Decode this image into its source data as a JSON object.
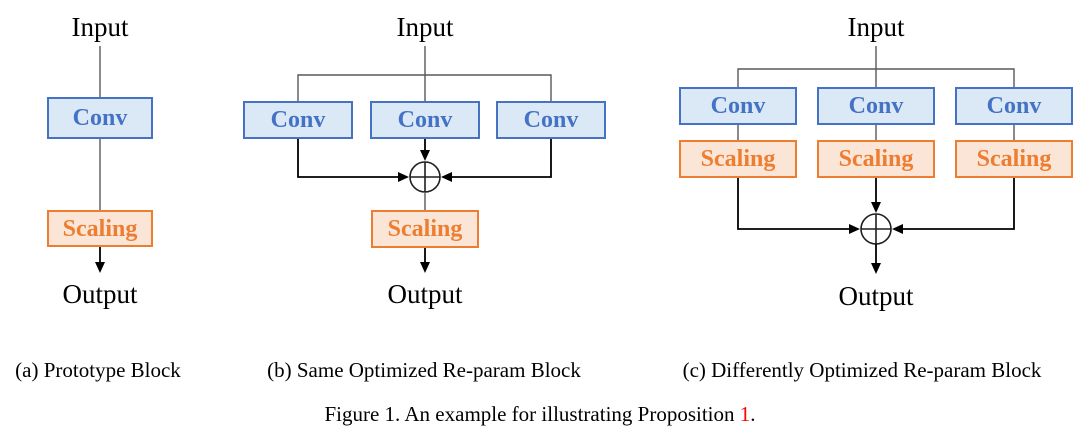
{
  "figure": {
    "panels": [
      {
        "input_label": "Input",
        "conv_label": "Conv",
        "scaling_label": "Scaling",
        "output_label": "Output",
        "caption": "(a) Prototype Block"
      },
      {
        "input_label": "Input",
        "conv_labels": [
          "Conv",
          "Conv",
          "Conv"
        ],
        "scaling_label": "Scaling",
        "output_label": "Output",
        "add_icon": "circled-plus-add-operator",
        "caption": "(b) Same Optimized Re-param Block"
      },
      {
        "input_label": "Input",
        "conv_labels": [
          "Conv",
          "Conv",
          "Conv"
        ],
        "scaling_labels": [
          "Scaling",
          "Scaling",
          "Scaling"
        ],
        "output_label": "Output",
        "add_icon": "circled-plus-add-operator",
        "caption": "(c) Differently Optimized Re-param Block"
      }
    ],
    "caption": {
      "before_ref": "Figure 1. An example for illustrating Proposition ",
      "ref": "1",
      "after_ref": "."
    },
    "colors": {
      "conv_fill": "#dbe8f6",
      "conv_border": "#4472c4",
      "conv_text": "#4472c4",
      "scaling_fill": "#fbe5d6",
      "scaling_border": "#ed7d31",
      "scaling_text": "#ed7d31",
      "connector_gray": "#595959",
      "connector_black": "#000000",
      "reference_red": "#ff0000",
      "background": "#ffffff",
      "text": "#000000"
    }
  }
}
